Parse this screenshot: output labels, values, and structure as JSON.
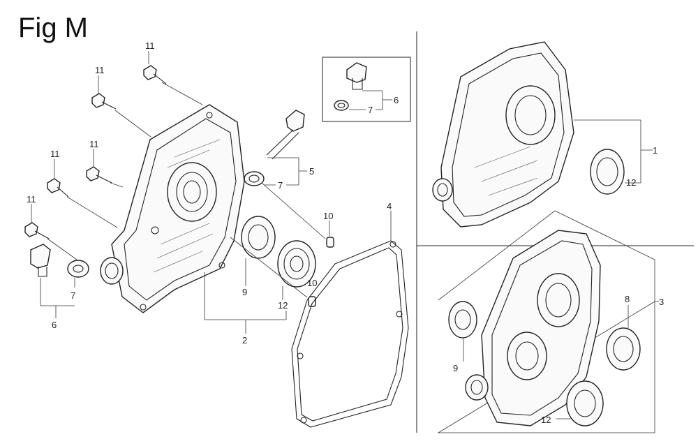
{
  "figure": {
    "title": "Fig M"
  },
  "callouts": {
    "c1": "1",
    "c2": "2",
    "c3": "3",
    "c4": "4",
    "c5": "5",
    "c6a": "6",
    "c6b": "6",
    "c7a": "7",
    "c7b": "7",
    "c7c": "7",
    "c8": "8",
    "c9a": "9",
    "c9b": "9",
    "c10a": "10",
    "c10b": "10",
    "c11a": "11",
    "c11b": "11",
    "c11c": "11",
    "c11d": "11",
    "c11e": "11",
    "c12a": "12",
    "c12b": "12",
    "c12c": "12"
  }
}
